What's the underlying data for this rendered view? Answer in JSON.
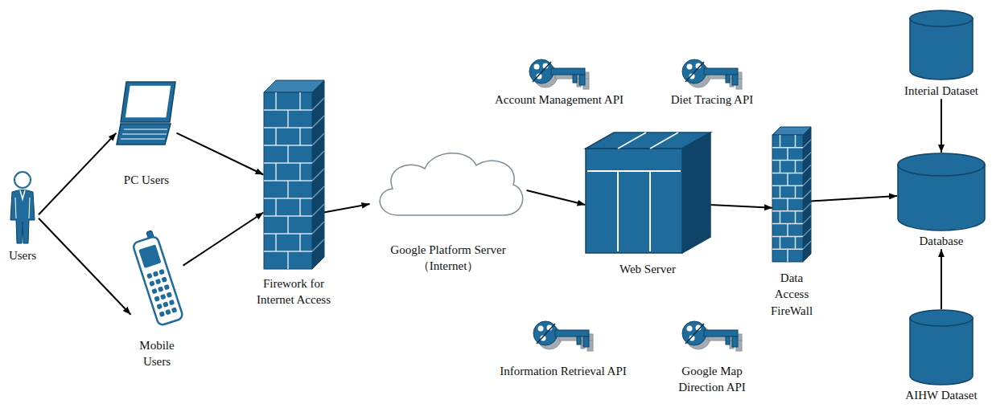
{
  "diagram": {
    "nodes": [
      {
        "text": [
          "Users"
        ]
      },
      {
        "text": [
          "PC Users"
        ]
      },
      {
        "text": [
          "Mobile Users"
        ]
      },
      {
        "text": [
          "Firework for Internet Access"
        ]
      },
      {
        "text": [
          "Google Platform Server （Internet）"
        ]
      },
      {
        "text": [
          "Account Management API"
        ]
      },
      {
        "text": [
          "Diet Tracing API"
        ]
      },
      {
        "text": [
          "Web Server"
        ]
      },
      {
        "text": [
          "Information Retrieval API"
        ]
      },
      {
        "text": [
          "Google Map Direction API"
        ]
      },
      {
        "text": [
          "Data Access FireWall"
        ]
      },
      {
        "text": [
          "Interial Dataset"
        ]
      },
      {
        "text": [
          "Database"
        ]
      },
      {
        "text": [
          "AIHW Dataset"
        ]
      }
    ],
    "edges": [
      {
        "from": 0,
        "to": 1,
        "arrow": "to"
      },
      {
        "from": 0,
        "to": 2,
        "arrow": "to"
      },
      {
        "from": 1,
        "to": 3,
        "arrow": "to"
      },
      {
        "from": 2,
        "to": 3,
        "arrow": "to"
      },
      {
        "from": 3,
        "to": 4,
        "arrow": "to"
      },
      {
        "from": 4,
        "to": 7,
        "arrow": "to"
      },
      {
        "from": 7,
        "to": 10,
        "arrow": "to"
      },
      {
        "from": 10,
        "to": 12,
        "arrow": "to"
      },
      {
        "from": 11,
        "to": 12,
        "arrow": "to"
      },
      {
        "from": 13,
        "to": 12,
        "arrow": "to"
      }
    ]
  }
}
